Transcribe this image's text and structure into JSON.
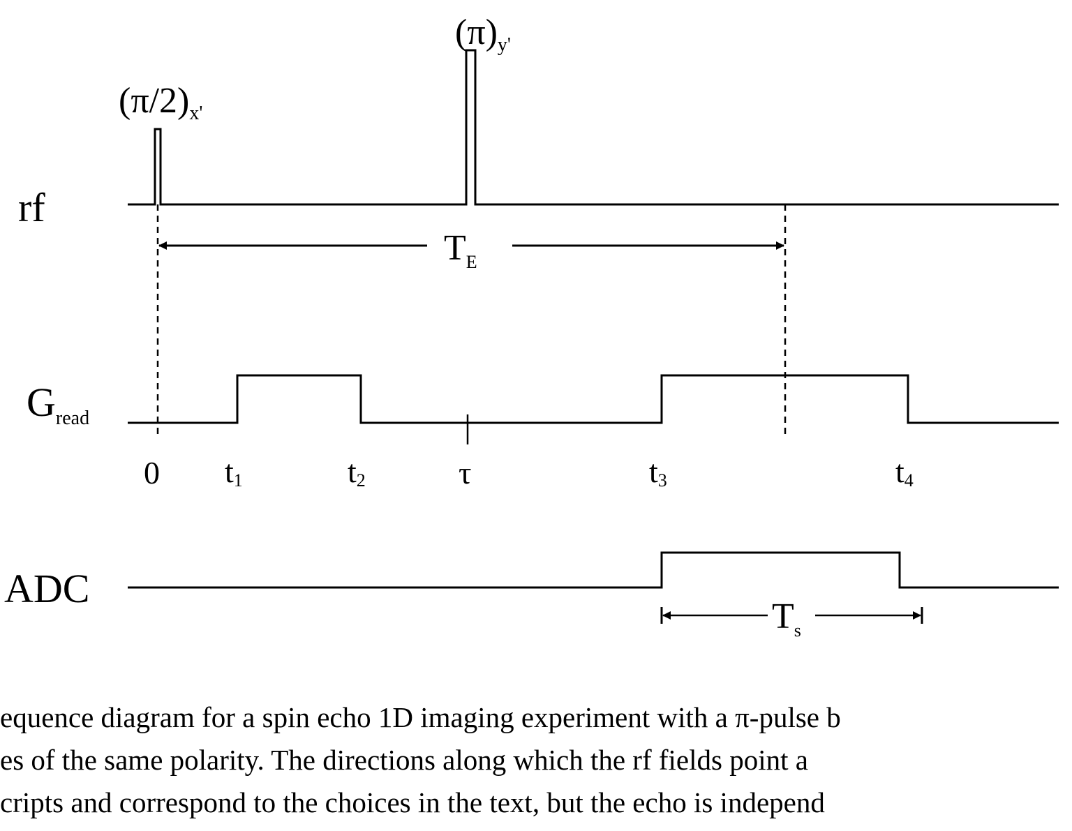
{
  "diagram": {
    "rows": {
      "rf": "rf",
      "gread": {
        "base": "G",
        "sub": "read"
      },
      "adc": "ADC"
    },
    "pulses": {
      "p90": {
        "base": "(π/2)",
        "sub": "x'"
      },
      "p180": {
        "base": "(π)",
        "sub": "y'"
      }
    },
    "intervals": {
      "te": {
        "base": "T",
        "sub": "E"
      },
      "ts": {
        "base": "T",
        "sub": "s"
      }
    },
    "ticks": {
      "zero": "0",
      "t1": {
        "base": "t",
        "sub": "1"
      },
      "t2": {
        "base": "t",
        "sub": "2"
      },
      "tau": "τ",
      "t3": {
        "base": "t",
        "sub": "3"
      },
      "t4": {
        "base": "t",
        "sub": "4"
      }
    }
  },
  "caption": {
    "lines": [
      "equence diagram for a spin echo 1D imaging experiment with a π-pulse b",
      "es of the same polarity.  The directions along which the rf fields point a",
      "cripts and correspond to the choices in the text, but the echo is independ"
    ]
  }
}
